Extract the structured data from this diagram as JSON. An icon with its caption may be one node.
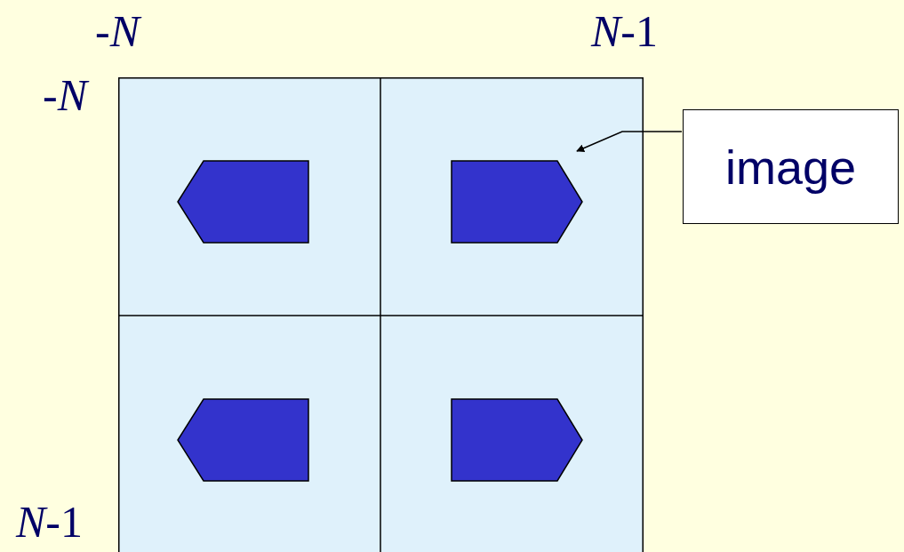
{
  "diagram": {
    "nodes": [
      {
        "text": [
          "image"
        ]
      },
      {
        "text": [],
        "shape": "picture"
      }
    ],
    "edges": [
      {
        "from": 0,
        "to": 1,
        "arrow": "to"
      }
    ],
    "labels": [
      "-*N*",
      "*N*-1",
      "-*N*",
      "*N*-1"
    ]
  }
}
